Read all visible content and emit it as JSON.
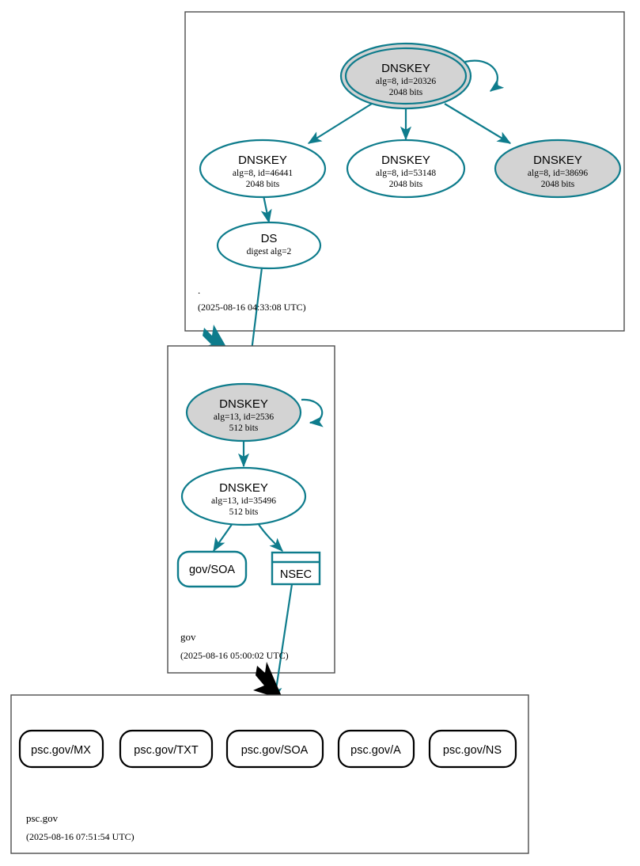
{
  "diagram": {
    "kind": "dnssec-authentication-chain",
    "colors": {
      "secure_accent": "#0e7c8c",
      "node_fill_secure": "#d3d3d3",
      "node_fill_plain": "#ffffff",
      "zone_border": "#4d4d4d",
      "rrset_border": "#000000"
    }
  },
  "zones": [
    {
      "id": "root",
      "name": ".",
      "timestamp": "(2025-08-16 04:33:08 UTC)",
      "nodes": [
        {
          "id": "root-ksk-20326",
          "shape": "doubleellipse",
          "fill": "secure",
          "title": "DNSKEY",
          "line2": "alg=8, id=20326",
          "line3": "2048 bits",
          "self_signed": true
        },
        {
          "id": "root-zsk-46441",
          "shape": "ellipse",
          "fill": "plain",
          "title": "DNSKEY",
          "line2": "alg=8, id=46441",
          "line3": "2048 bits",
          "self_signed": false
        },
        {
          "id": "root-zsk-53148",
          "shape": "ellipse",
          "fill": "plain",
          "title": "DNSKEY",
          "line2": "alg=8, id=53148",
          "line3": "2048 bits",
          "self_signed": false
        },
        {
          "id": "root-zsk-38696",
          "shape": "ellipse",
          "fill": "secure",
          "title": "DNSKEY",
          "line2": "alg=8, id=38696",
          "line3": "2048 bits",
          "self_signed": false
        },
        {
          "id": "root-ds",
          "shape": "ellipse",
          "fill": "plain",
          "title": "DS",
          "line2": "digest alg=2",
          "line3": "",
          "self_signed": false
        }
      ]
    },
    {
      "id": "gov",
      "name": "gov",
      "timestamp": "(2025-08-16 05:00:02 UTC)",
      "nodes": [
        {
          "id": "gov-ksk-2536",
          "shape": "ellipse",
          "fill": "secure",
          "title": "DNSKEY",
          "line2": "alg=13, id=2536",
          "line3": "512 bits",
          "self_signed": true
        },
        {
          "id": "gov-zsk-35496",
          "shape": "ellipse",
          "fill": "plain",
          "title": "DNSKEY",
          "line2": "alg=13, id=35496",
          "line3": "512 bits",
          "self_signed": false
        },
        {
          "id": "gov-soa",
          "shape": "roundrect-teal",
          "fill": "plain",
          "title": "gov/SOA",
          "line2": "",
          "line3": "",
          "self_signed": false
        },
        {
          "id": "gov-nsec",
          "shape": "rect-header-teal",
          "fill": "plain",
          "title": "NSEC",
          "line2": "",
          "line3": "",
          "self_signed": false
        }
      ]
    },
    {
      "id": "psc-gov",
      "name": "psc.gov",
      "timestamp": "(2025-08-16 07:51:54 UTC)",
      "nodes": [
        {
          "id": "psc-mx",
          "shape": "roundrect-black",
          "fill": "plain",
          "title": "psc.gov/MX",
          "line2": "",
          "line3": "",
          "self_signed": false
        },
        {
          "id": "psc-txt",
          "shape": "roundrect-black",
          "fill": "plain",
          "title": "psc.gov/TXT",
          "line2": "",
          "line3": "",
          "self_signed": false
        },
        {
          "id": "psc-soa",
          "shape": "roundrect-black",
          "fill": "plain",
          "title": "psc.gov/SOA",
          "line2": "",
          "line3": "",
          "self_signed": false
        },
        {
          "id": "psc-a",
          "shape": "roundrect-black",
          "fill": "plain",
          "title": "psc.gov/A",
          "line2": "",
          "line3": "",
          "self_signed": false
        },
        {
          "id": "psc-ns",
          "shape": "roundrect-black",
          "fill": "plain",
          "title": "psc.gov/NS",
          "line2": "",
          "line3": "",
          "self_signed": false
        }
      ]
    }
  ],
  "edges": [
    {
      "from": "root-ksk-20326",
      "to": "root-ksk-20326",
      "style": "self-loop-teal"
    },
    {
      "from": "root-ksk-20326",
      "to": "root-zsk-46441",
      "style": "teal-arrow"
    },
    {
      "from": "root-ksk-20326",
      "to": "root-zsk-53148",
      "style": "teal-arrow"
    },
    {
      "from": "root-ksk-20326",
      "to": "root-zsk-38696",
      "style": "teal-arrow"
    },
    {
      "from": "root-zsk-46441",
      "to": "root-ds",
      "style": "teal-arrow"
    },
    {
      "from": "root-ds",
      "to": "gov-ksk-2536",
      "style": "teal-arrow"
    },
    {
      "from": "root",
      "to": "gov",
      "style": "thick-teal-delegation"
    },
    {
      "from": "gov-ksk-2536",
      "to": "gov-ksk-2536",
      "style": "self-loop-teal"
    },
    {
      "from": "gov-ksk-2536",
      "to": "gov-zsk-35496",
      "style": "teal-arrow"
    },
    {
      "from": "gov-zsk-35496",
      "to": "gov-soa",
      "style": "teal-arrow"
    },
    {
      "from": "gov-zsk-35496",
      "to": "gov-nsec",
      "style": "teal-arrow"
    },
    {
      "from": "gov-nsec",
      "to": "psc-gov",
      "style": "teal-line"
    },
    {
      "from": "gov",
      "to": "psc-gov",
      "style": "thick-black-delegation"
    }
  ]
}
